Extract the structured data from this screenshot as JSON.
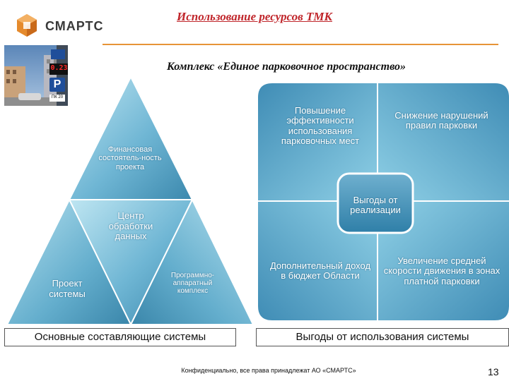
{
  "header": {
    "title": "Использование ресурсов ТМК",
    "subtitle": "Комплекс «Единое парковочное пространство»",
    "logo_text": "СМАРТС"
  },
  "photo": {
    "display_digits": "0.23",
    "parking_sign": "P",
    "sign_caption": "ПК 20"
  },
  "pyramid": {
    "top_label": "Финансовая состоятель-ность проекта",
    "middle_label": "Центр обработки данных",
    "left_label": "Проект системы",
    "right_label": "Программно-аппаратный комплекс",
    "caption": "Основные составляющие системы"
  },
  "benefits": {
    "top_left": "Повышение эффективности использования парковочных мест",
    "top_right": "Снижение нарушений правил парковки",
    "center": "Выгоды от реализации",
    "bottom_left": "Дополнительный доход в бюджет Области",
    "bottom_right": "Увеличение средней скорости движения в зонах платной парковки",
    "caption": "Выгоды от использования системы"
  },
  "footer": {
    "confidential": "Конфиденциально, все права принадлежат АО «СМАРТС»",
    "page_number": "13"
  },
  "colors": {
    "title_red": "#c0262b",
    "accent_orange": "#e79437",
    "teal_dark": "#2f7fa8",
    "teal_light": "#8fd0e6"
  }
}
